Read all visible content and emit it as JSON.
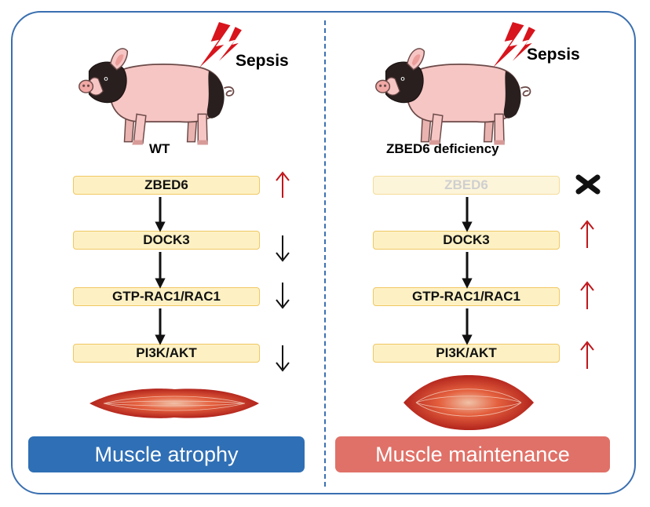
{
  "left_panel": {
    "sepsis_label": "Sepsis",
    "pig_label": "WT",
    "pathway": [
      "ZBED6",
      "DOCK3",
      "GTP-RAC1/RAC1",
      "PI3K/AKT"
    ],
    "changes": [
      "up",
      "down",
      "down",
      "down"
    ],
    "outcome": "Muscle atrophy"
  },
  "right_panel": {
    "sepsis_label": "Sepsis",
    "pig_label": "ZBED6 deficiency",
    "pathway": [
      "ZBED6",
      "DOCK3",
      "GTP-RAC1/RAC1",
      "PI3K/AKT"
    ],
    "changes": [
      "absent",
      "up",
      "up",
      "up"
    ],
    "outcome": "Muscle maintenance"
  },
  "colors": {
    "frame": "#3a6fb0",
    "box_fill": "#fdf1c4",
    "box_border": "#f0c864",
    "up_arrow": "#c0161b",
    "down_arrow": "#111111",
    "atrophy_banner": "#2f6fb5",
    "maintenance_banner": "#e07168",
    "lightning": "#d8141c"
  }
}
